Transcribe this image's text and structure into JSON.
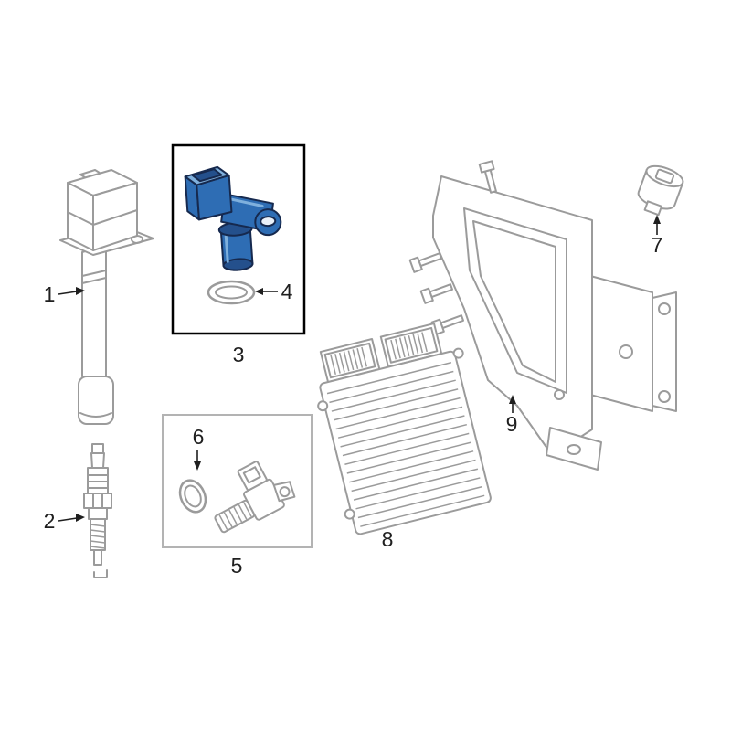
{
  "figure": {
    "colors": {
      "background": "#ffffff",
      "line": "#9b9b9b",
      "label": "#1f1f1f",
      "box3": "#000000",
      "box5": "#b3b3b3",
      "hl": "#2e6db4",
      "hl_light": "#7fb0dd",
      "hl_dark": "#24508c",
      "hl_stroke": "#16294e"
    },
    "callouts": [
      {
        "num": "1"
      },
      {
        "num": "2"
      },
      {
        "num": "3"
      },
      {
        "num": "4"
      },
      {
        "num": "5"
      },
      {
        "num": "6"
      },
      {
        "num": "7"
      },
      {
        "num": "8"
      },
      {
        "num": "9"
      }
    ]
  }
}
